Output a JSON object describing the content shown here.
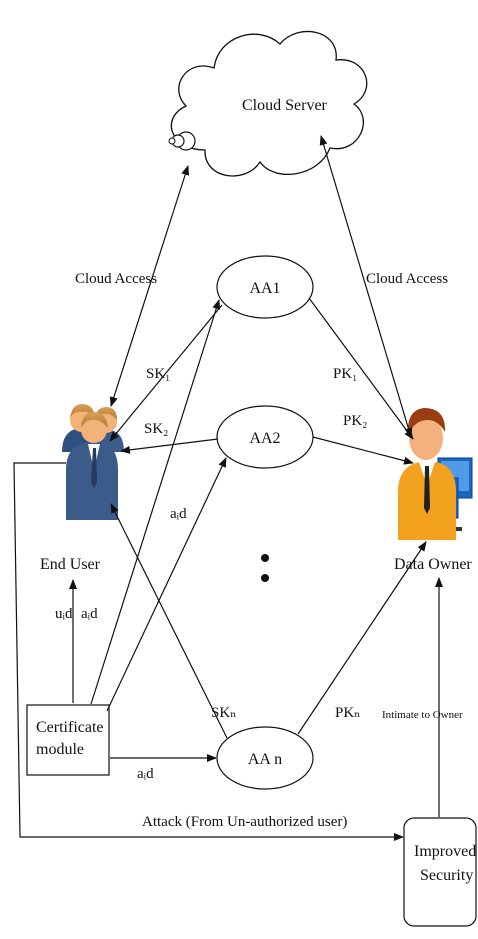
{
  "nodes": {
    "cloud_server": "Cloud Server",
    "aa1": "AA1",
    "aa2": "AA2",
    "aan": "AA n",
    "end_user": "End User",
    "data_owner": "Data Owner",
    "certificate_line1": "Certificate",
    "certificate_line2": "module",
    "improved_line1": "Improved",
    "improved_line2": "Security"
  },
  "edges": {
    "cloud_access_left": "Cloud Access",
    "cloud_access_right": "Cloud Access",
    "sk1": "SK₁",
    "sk2": "SK₂",
    "skn": "SKₙ",
    "pk1": "PK₁",
    "pk2": "PK₂",
    "pkn": "PKₙ",
    "aid_upper": "aᵢd",
    "aid_left": "aᵢd",
    "aid_bottom": "aᵢd",
    "uid": "uᵢd",
    "intimate": "Intimate to Owner",
    "attack": "Attack (From Un-authorized user)"
  },
  "ellipsis": ":",
  "colors": {
    "line": "#111111",
    "user_suit": "#3b5b8a",
    "user_skin": "#f1b37a",
    "owner_shirt": "#f2a21e",
    "owner_skin": "#f3b27d",
    "monitor": "#1a66c4"
  }
}
